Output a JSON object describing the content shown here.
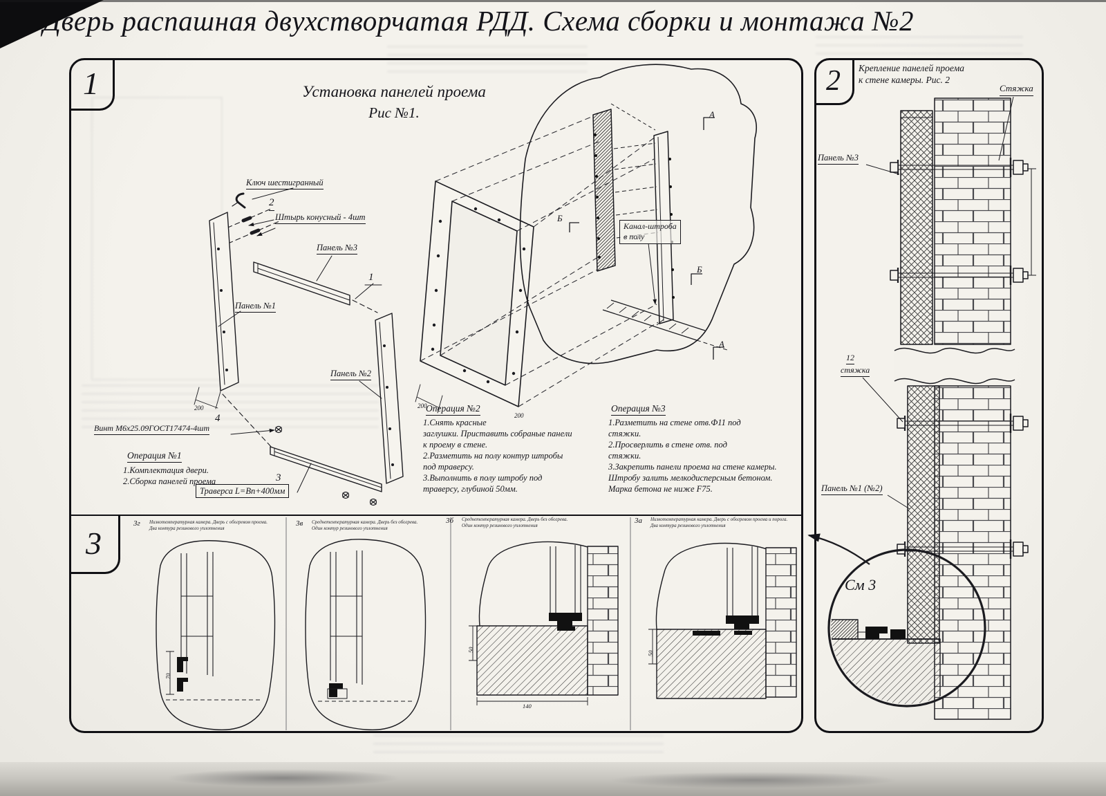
{
  "sheet": {
    "title": "Дверь распашная двухстворчатая РДД.  Схема сборки и монтажа №2"
  },
  "fig1": {
    "number": "1",
    "title": "Установка панелей проема",
    "subtitle": "Рис №1.",
    "labels": {
      "hex_key": "Ключ шестигранный",
      "pin_num": "2",
      "pin": "Штырь конусный - 4шт",
      "panel3": "Панель №3",
      "panel1": "Панель №1",
      "panel2": "Панель №2",
      "num1": "1",
      "num4": "4",
      "screw": "Винт М6х25.09ГОСТ17474-4шт",
      "num3": "3",
      "traverse": "Траверса  L=Bn+400мм",
      "channel": "Канал-штроба\nв полу",
      "marker_a": "А",
      "marker_b": "Б"
    },
    "dims": {
      "d200": "200"
    },
    "op1": {
      "title": "Операция №1",
      "body": "1.Комплектация двери.\n2.Сборка панелей проема"
    },
    "op2": {
      "title": "Операция №2",
      "body": "1.Снять красные\nзаглушки. Приставить собраные панели\nк проему в стене.\n2.Разметить на полу контур штробы\nпод траверсу.\n3.Выполнить в полу штробу под\nтраверсу, глубиной 50мм."
    },
    "op3": {
      "title": "Операция №3",
      "body": "1.Разметить на стене отв.Ф11 под\nстяжки.\n2.Просверлить в стене отв.  под\nстяжки.\n3.Закрепить панели проема на стене камеры.\nШтробу залить мелкодисперсным бетоном.\nМарка бетона не ниже   F75."
    }
  },
  "fig2": {
    "number": "2",
    "title": "Крепление панелей проема\nк стене камеры. Рис. 2",
    "labels": {
      "tie": "Стяжка",
      "panel3": "Панель №3",
      "pos12": "12",
      "tie2": "стяжка",
      "panel12": "Панель №1 (№2)",
      "see3": "См 3"
    }
  },
  "fig3": {
    "number": "3",
    "sections": [
      {
        "id": "3г",
        "caption": "Низкотемпературная камера. Дверь с обогревом проема.\nДва контура резинового уплотнения",
        "dim": "70"
      },
      {
        "id": "3в",
        "caption": "Среднетемпературная камера. Дверь без обогрева.\nОдин контур резинового уплотнения"
      },
      {
        "id": "3б",
        "caption": "Среднетемпературная камера. Дверь без обогрева.\nОдин контур резинового уплотнения",
        "dim_v": "50",
        "dim_h": "140"
      },
      {
        "id": "3а",
        "caption": "Низкотемпературная камера. Дверь с обогревом проема и порога.\nДва контура резинового уплотнения",
        "dim_v": "50"
      }
    ]
  }
}
